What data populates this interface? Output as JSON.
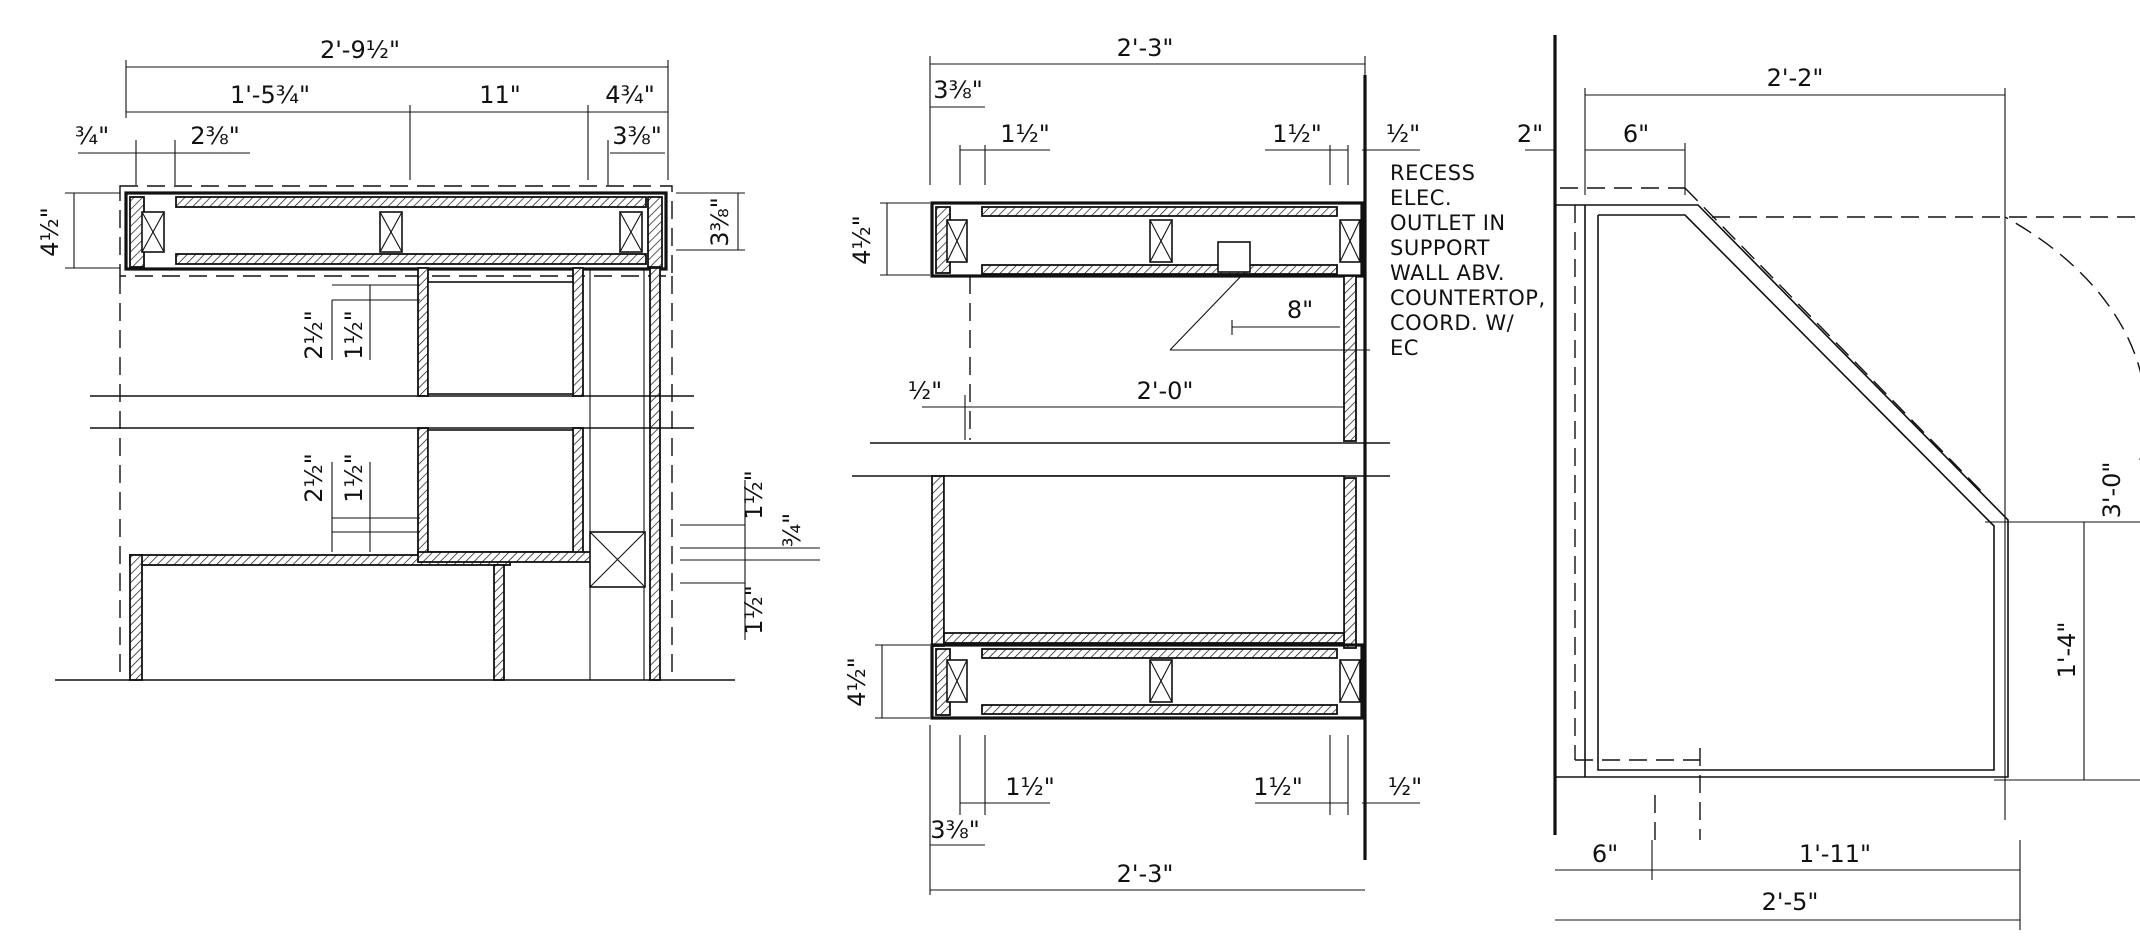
{
  "colors": {
    "linework": "#111111",
    "background": "#ffffff"
  },
  "panel_left": {
    "overall": "2'-9½\"",
    "seg_a": "1'-5¾\"",
    "seg_b": "11\"",
    "seg_c": "4¾\"",
    "left_small": "¾\"",
    "stud": "2⅜\"",
    "right_small": "3⅜\"",
    "top_height": "4½\"",
    "side_depth": "3⅜\"",
    "upper_a": "2½\"",
    "upper_b": "1½\"",
    "lower_a": "2½\"",
    "lower_b": "1½\"",
    "right_a": "1½\"",
    "right_b": "¾\"",
    "right_c": "1½\""
  },
  "panel_middle": {
    "top_overall": "2'-3\"",
    "top_stud": "3⅜\"",
    "top_left": "1½\"",
    "top_right": "1½\"",
    "top_gap": "½\"",
    "top_height": "4½\"",
    "box_offset": "8\"",
    "mid_left": "½\"",
    "mid_span": "2'-0\"",
    "bottom_height": "4½\"",
    "bot_left": "1½\"",
    "bot_right": "1½\"",
    "bot_gap": "½\"",
    "bot_stud": "3⅜\"",
    "bot_overall": "2'-3\"",
    "note_lines": [
      "RECESS",
      "ELEC.",
      "OUTLET IN",
      "SUPPORT",
      "WALL ABV.",
      "COUNTERTOP,",
      "COORD. W/",
      "EC"
    ]
  },
  "panel_right": {
    "top_width": "2'-2\"",
    "left_offset": "2\"",
    "top_inner": "6\"",
    "door_height": "3'-0\"",
    "side_height": "1'-4\"",
    "bot_left": "6\"",
    "bot_right": "1'-11\"",
    "bot_overall": "2'-5\""
  }
}
